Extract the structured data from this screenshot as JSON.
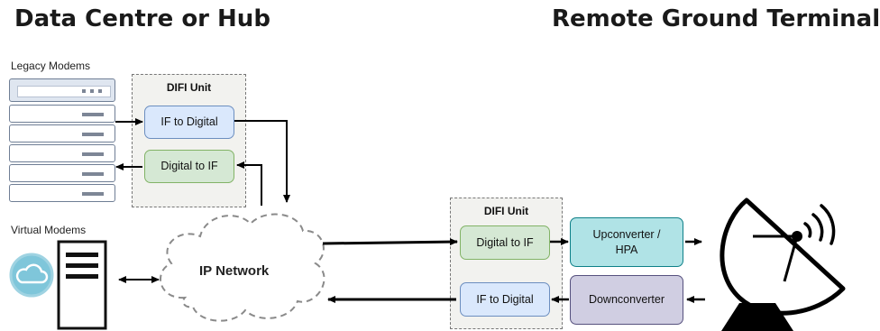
{
  "headings": {
    "left": "Data Centre or Hub",
    "right": "Remote Ground Terminal"
  },
  "hub": {
    "legacy_label": "Legacy Modems",
    "virtual_label": "Virtual Modems",
    "difi_unit": {
      "title": "DIFI Unit",
      "if_to_digital": "IF to Digital",
      "digital_to_if": "Digital to IF"
    }
  },
  "network": {
    "label": "IP Network"
  },
  "terminal": {
    "difi_unit": {
      "title": "DIFI Unit",
      "digital_to_if": "Digital to IF",
      "if_to_digital": "IF to Digital"
    },
    "upconverter": "Upconverter / HPA",
    "downconverter": "Downconverter"
  },
  "colors": {
    "blue_fill": "#dae8fc",
    "green_fill": "#d5e8d4",
    "teal_fill": "#b0e3e6",
    "purple_fill": "#d0cee2",
    "arrow": "#000000"
  },
  "icons": [
    "modem-rack-icon",
    "server-icon",
    "cloud-icon",
    "satellite-dish-icon",
    "signal-waves-icon"
  ]
}
